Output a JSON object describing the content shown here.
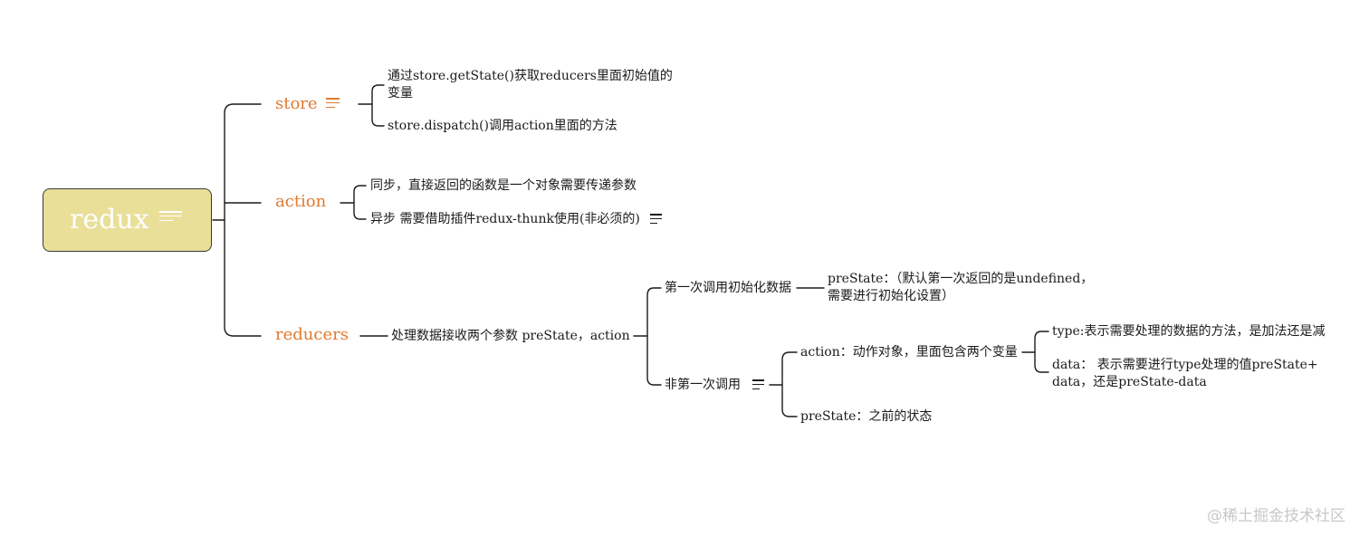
{
  "root": {
    "label": "redux",
    "icon": "menu-lines-icon"
  },
  "branches": {
    "store": {
      "label": "store",
      "children": [
        "通过store.getState()获取reducers里面初始值的",
        "变量",
        "store.dispatch()调用action里面的方法"
      ]
    },
    "action": {
      "label": "action",
      "children": [
        "同步，直接返回的函数是一个对象需要传递参数",
        "异步 需要借助插件redux-thunk使用(非必须的)"
      ]
    },
    "reducers": {
      "label": "reducers",
      "desc": "处理数据接收两个参数  preState，action",
      "first": {
        "label": "第一次调用初始化数据",
        "prestate_line1": "preState：（默认第一次返回的是undefined，",
        "prestate_line2": "需要进行初始化设置）"
      },
      "non_first": {
        "label": "非第一次调用",
        "action": "action：动作对象，里面包含两个变量",
        "type": "type:表示需要处理的数据的方法，是加法还是减",
        "data_line1": "data：     表示需要进行type处理的值preState+",
        "data_line2": "data，还是preState-data",
        "prestate": "preState：之前的状态"
      }
    }
  },
  "watermark": "@稀土掘金技术社区",
  "colors": {
    "root_fill": "#e9df98",
    "branch_text": "#e07a2f",
    "line": "#1a1a1a"
  }
}
